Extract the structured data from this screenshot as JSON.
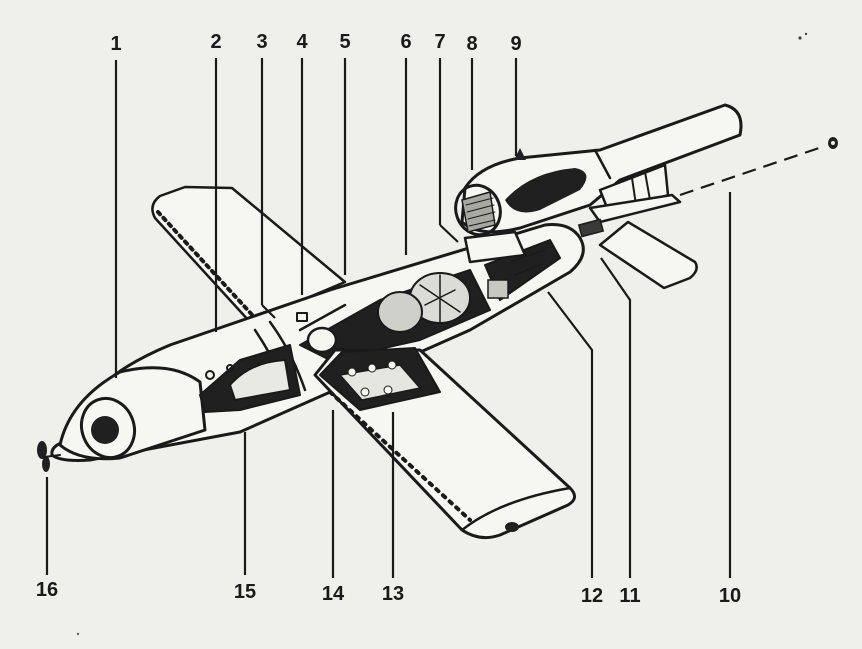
{
  "diagram": {
    "callouts": [
      {
        "id": "1",
        "label": "1"
      },
      {
        "id": "2",
        "label": "2"
      },
      {
        "id": "3",
        "label": "3"
      },
      {
        "id": "4",
        "label": "4"
      },
      {
        "id": "5",
        "label": "5"
      },
      {
        "id": "6",
        "label": "6"
      },
      {
        "id": "7",
        "label": "7"
      },
      {
        "id": "8",
        "label": "8"
      },
      {
        "id": "9",
        "label": "9"
      },
      {
        "id": "10",
        "label": "10"
      },
      {
        "id": "11",
        "label": "11"
      },
      {
        "id": "12",
        "label": "12"
      },
      {
        "id": "13",
        "label": "13"
      },
      {
        "id": "14",
        "label": "14"
      },
      {
        "id": "15",
        "label": "15"
      },
      {
        "id": "16",
        "label": "16"
      }
    ],
    "colors": {
      "ink": "#1a1a1a",
      "paper": "#efefeb"
    }
  }
}
